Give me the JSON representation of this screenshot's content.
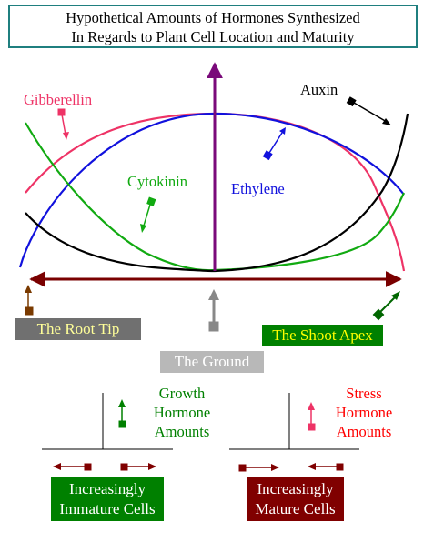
{
  "title": {
    "line1": "Hypothetical Amounts of Hormones Synthesized",
    "line2": "In Regards to Plant Cell Location and Maturity"
  },
  "curves": {
    "gibberellin": {
      "label": "Gibberellin",
      "color": "#ee3366"
    },
    "auxin": {
      "label": "Auxin",
      "color": "#000000"
    },
    "cytokinin": {
      "label": "Cytokinin",
      "color": "#11aa11"
    },
    "ethylene": {
      "label": "Ethylene",
      "color": "#1111dd"
    }
  },
  "axis_color": "#7a0000",
  "vertical_axis_color": "#7a0a7a",
  "labels": {
    "root_tip": "The Root Tip",
    "shoot_apex": "The Shoot Apex",
    "ground": "The Ground"
  },
  "legend": {
    "growth": [
      "Growth",
      "Hormone",
      "Amounts"
    ],
    "stress": [
      "Stress",
      "Hormone",
      "Amounts"
    ],
    "immature": [
      "Increasingly",
      "Immature Cells"
    ],
    "mature": [
      "Increasingly",
      "Mature Cells"
    ]
  }
}
